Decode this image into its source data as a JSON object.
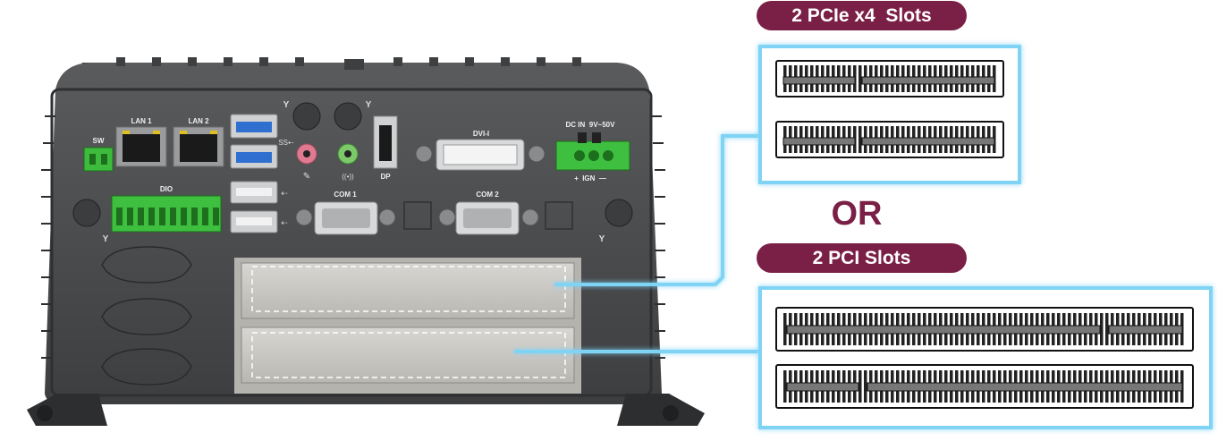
{
  "labels": {
    "pcie_slots": "2 PCIe x4  Slots",
    "or": "OR",
    "pci_slots": "2 PCI Slots"
  },
  "front_panel": {
    "sw": "SW",
    "lan1": "LAN 1",
    "lan2": "LAN 2",
    "dio": "DIO",
    "com1": "COM 1",
    "com2": "COM 2",
    "dvi": "DVI-I",
    "dp": "DP",
    "dc_in": "DC IN  9V~50V",
    "ign": "+  IGN  —",
    "usb3_glyph": "SS⇠",
    "usb2_glyph": "⇠",
    "antenna_glyph": "Y",
    "mic_glyph": "✎",
    "audio_glyph": "((•))"
  },
  "colors": {
    "accent": "#7a1f45",
    "glow": "#7fd3f5",
    "chassis": "#4a4b4d",
    "usb3_blue": "#2f6fd0",
    "terminal_green": "#3fbf3f"
  }
}
